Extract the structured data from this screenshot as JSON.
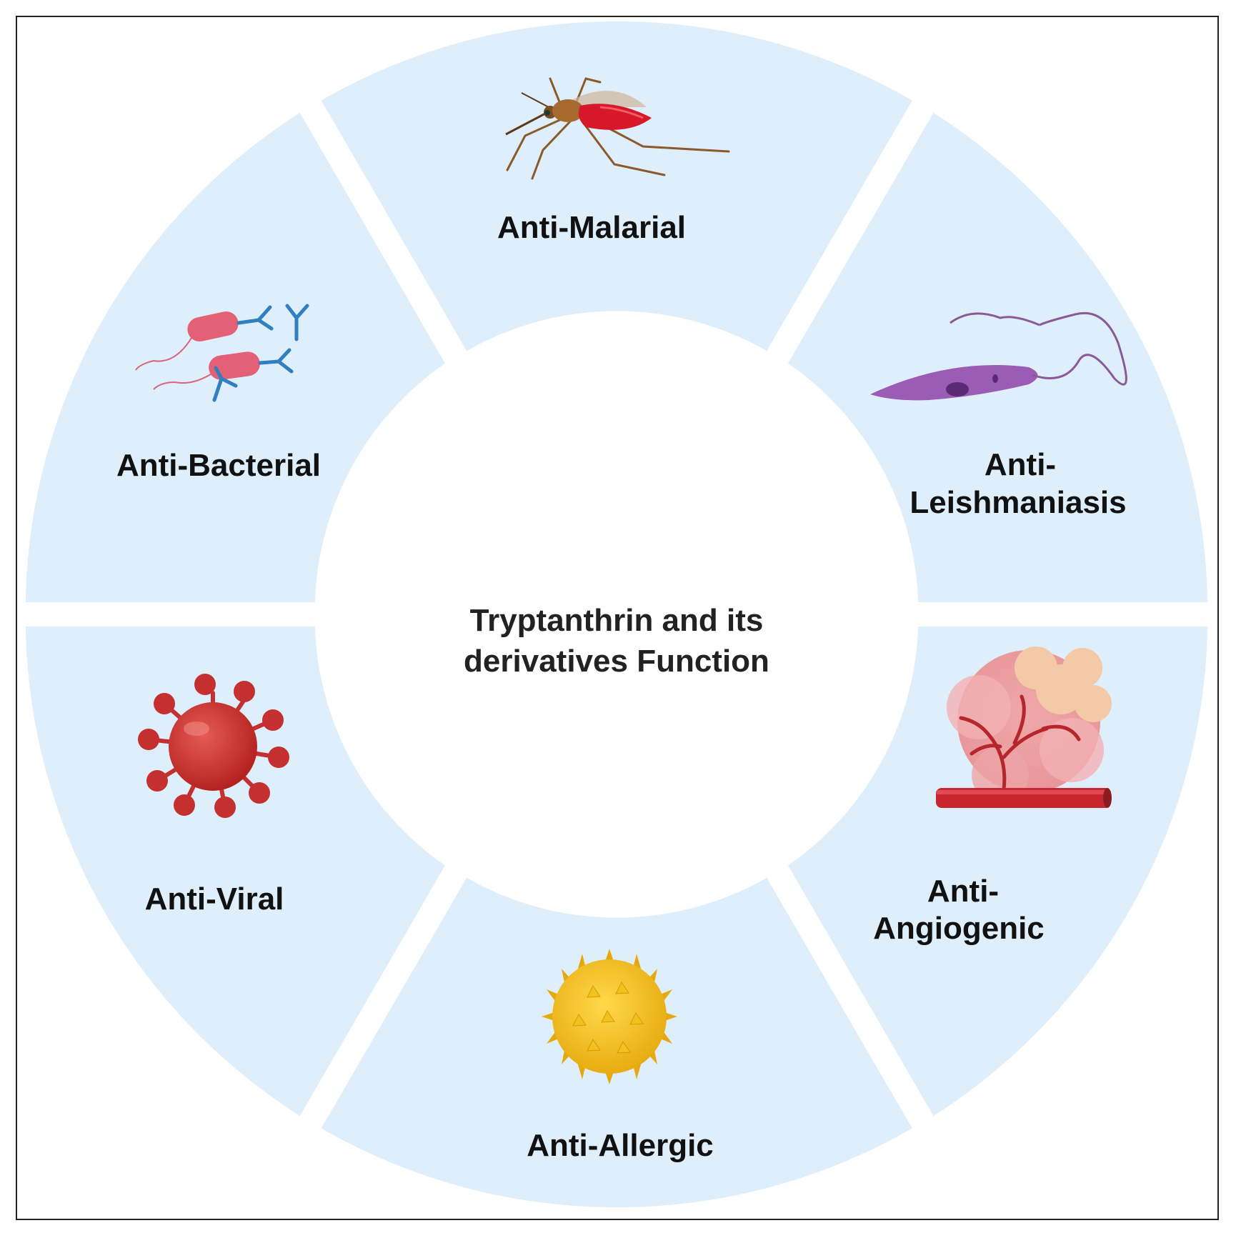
{
  "center": {
    "line1": "Tryptanthrin and its",
    "line2": "derivatives Function"
  },
  "segments": {
    "malarial": {
      "label": "Anti-Malarial",
      "icon": "mosquito-icon"
    },
    "leishmaniasis": {
      "line1": "Anti-",
      "line2": "Leishmaniasis",
      "icon": "leishmania-parasite-icon"
    },
    "angiogenic": {
      "line1": "Anti-",
      "line2": "Angiogenic",
      "icon": "tumor-blood-vessel-icon"
    },
    "allergic": {
      "label": "Anti-Allergic",
      "icon": "pollen-icon"
    },
    "viral": {
      "label": "Anti-Viral",
      "icon": "virus-icon"
    },
    "bacterial": {
      "label": "Anti-Bacterial",
      "icon": "bacteria-antibody-icon"
    }
  },
  "colors": {
    "segment_fill": "#deeefa",
    "center_fill": "#ffffff",
    "text": "#111111"
  }
}
